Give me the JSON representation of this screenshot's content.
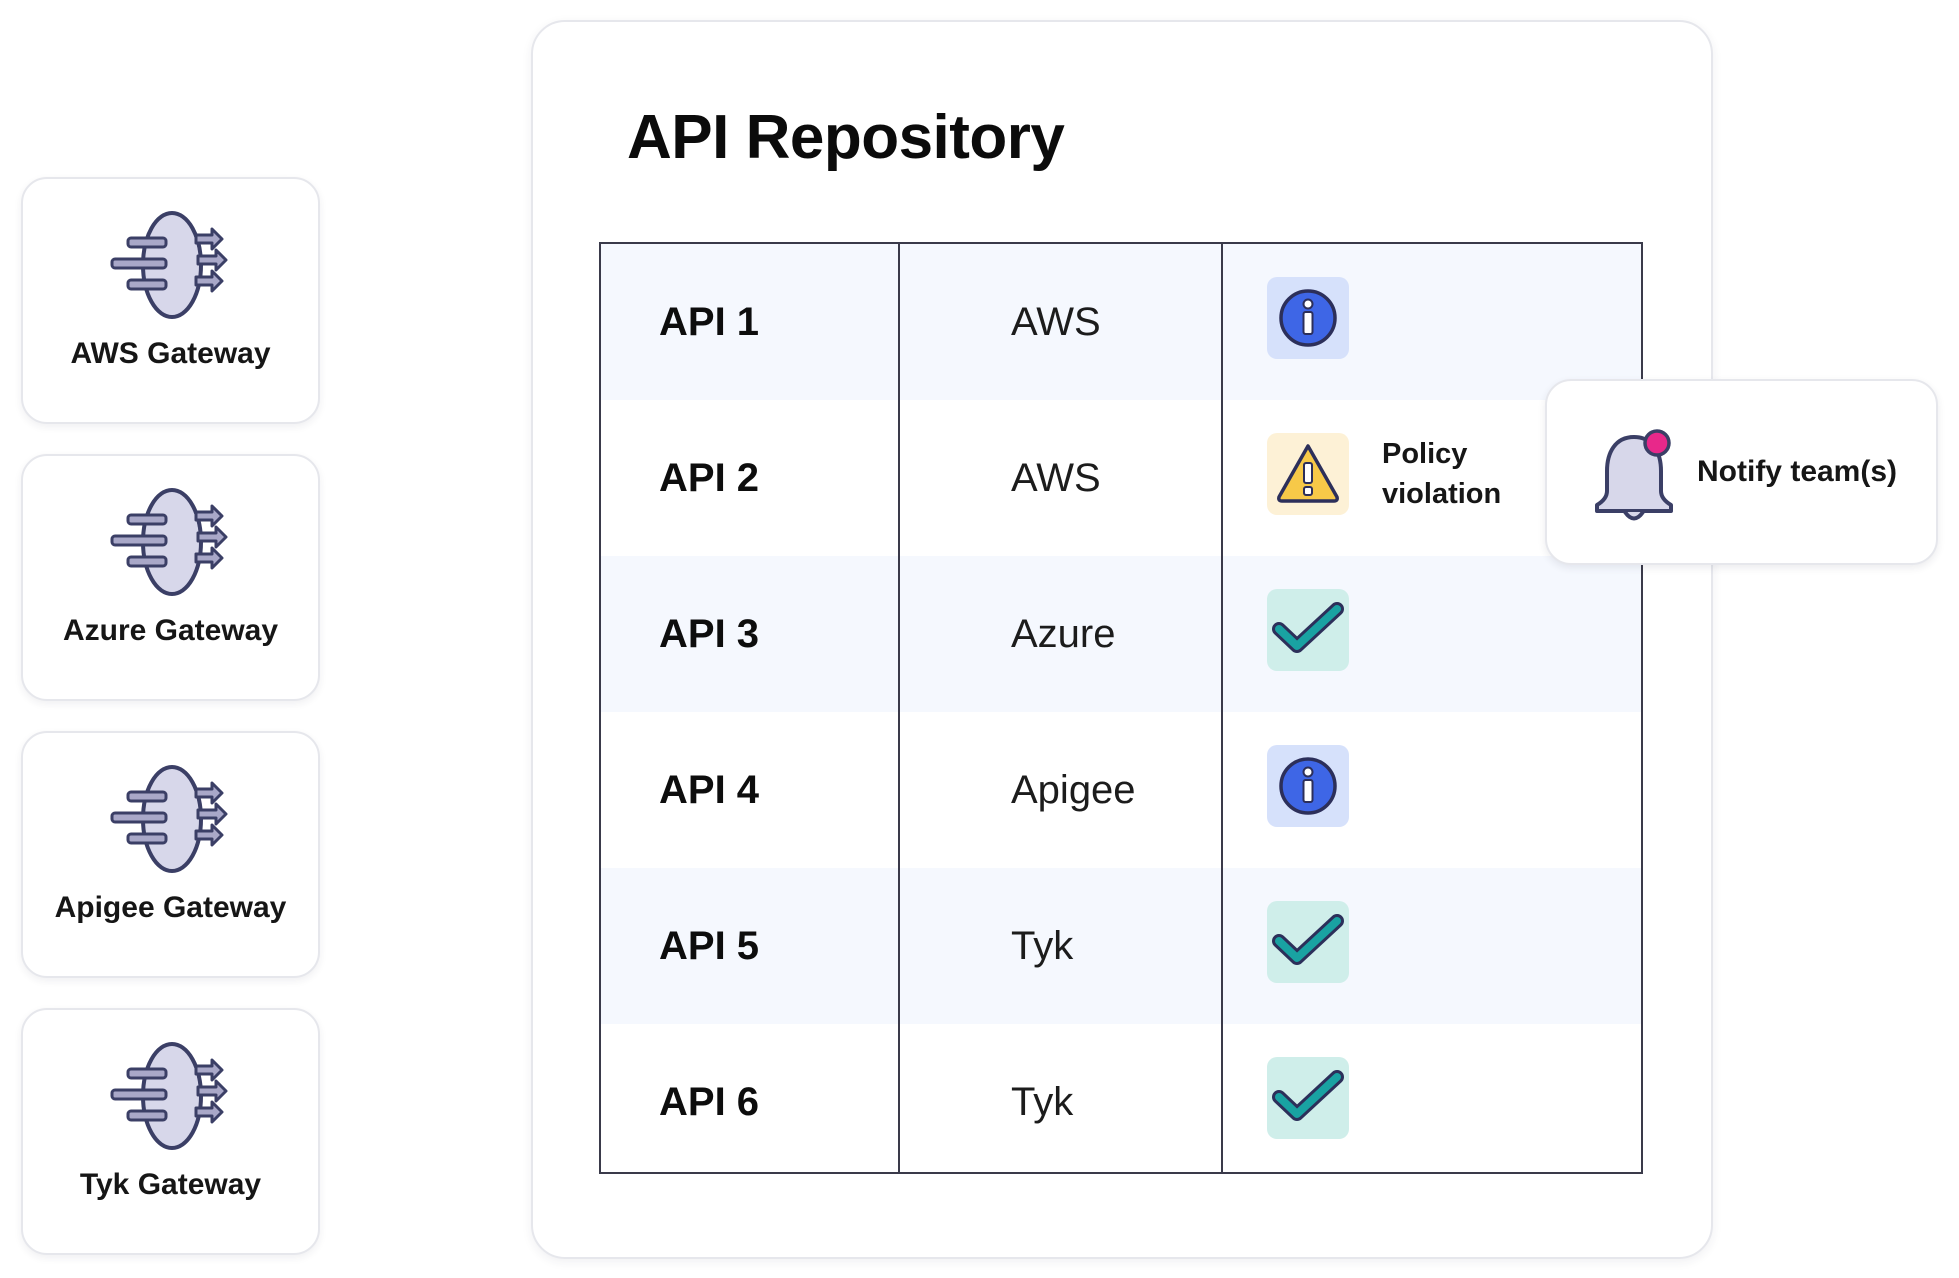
{
  "gateways": [
    {
      "label": "AWS Gateway",
      "icon": "gateway-icon"
    },
    {
      "label": "Azure Gateway",
      "icon": "gateway-icon"
    },
    {
      "label": "Apigee Gateway",
      "icon": "gateway-icon"
    },
    {
      "label": "Tyk Gateway",
      "icon": "gateway-icon"
    }
  ],
  "repository": {
    "title": "API Repository",
    "rows": [
      {
        "api": "API 1",
        "gateway": "AWS",
        "status": "info",
        "status_text": ""
      },
      {
        "api": "API 2",
        "gateway": "AWS",
        "status": "warning",
        "status_text": "Policy violation"
      },
      {
        "api": "API 3",
        "gateway": "Azure",
        "status": "check",
        "status_text": ""
      },
      {
        "api": "API 4",
        "gateway": "Apigee",
        "status": "info",
        "status_text": ""
      },
      {
        "api": "API 5",
        "gateway": "Tyk",
        "status": "check",
        "status_text": ""
      },
      {
        "api": "API 6",
        "gateway": "Tyk",
        "status": "check",
        "status_text": ""
      }
    ]
  },
  "notify": {
    "label": "Notify team(s)",
    "icon": "bell-icon",
    "badge_color": "#e8288a"
  },
  "colors": {
    "info_tile": "#d6e1fb",
    "info_fill": "#3e66e6",
    "warning_tile": "#fdf1d6",
    "warning_fill": "#f7c948",
    "check_tile": "#cfeeea",
    "check_fill": "#19a2a2",
    "icon_stroke": "#3b3f66",
    "gateway_fill": "#d7d7ea"
  }
}
